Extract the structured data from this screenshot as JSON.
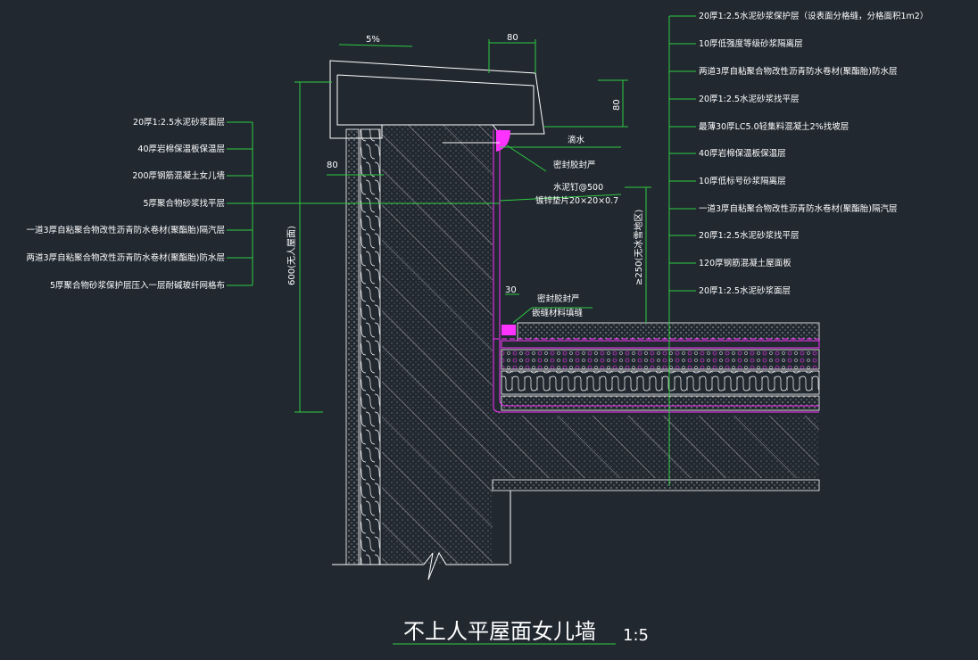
{
  "title": "不上人平屋面女儿墙",
  "scale": "1:5",
  "dimensions": {
    "slope": "5%",
    "coping_width": "80",
    "drip_height": "80",
    "overhang": "80",
    "parapet_height": "600(无人屋面)",
    "upturn_height": "≥250(无冰雪地区)",
    "seal_width": "30"
  },
  "left_labels": [
    "20厚1:2.5水泥砂浆面层",
    "40厚岩棉保温板保温层",
    "200厚钢筋混凝土女儿墙",
    "5厚聚合物砂浆找平层",
    "一道3厚自粘聚合物改性沥青防水卷材(聚酯胎)隔汽层",
    "两道3厚自粘聚合物改性沥青防水卷材(聚酯胎)防水层",
    "5厚聚合物砂浆保护层压入一层耐碱玻纤网格布"
  ],
  "right_labels": [
    "20厚1:2.5水泥砂浆保护层（设表面分格缝，分格面积1m2）",
    "10厚低强度等级砂浆隔离层",
    "两道3厚自粘聚合物改性沥青防水卷材(聚酯胎)防水层",
    "20厚1:2.5水泥砂浆找平层",
    "最薄30厚LC5.0轻集料混凝土2%找坡层",
    "40厚岩棉保温板保温层",
    "10厚低标号砂浆隔离层",
    "一道3厚自粘聚合物改性沥青防水卷材(聚酯胎)隔汽层",
    "20厚1:2.5水泥砂浆找平层",
    "120厚钢筋混凝土屋面板",
    "20厚1:2.5水泥砂浆面层"
  ],
  "middle_labels": {
    "drip": "滴水",
    "sealant_top": "密封胶封严",
    "nail": "水泥钉@500",
    "washer": "镀锌垫片20×20×0.7",
    "sealant_bottom": "密封胶封严",
    "backer": "嵌缝材料填缝"
  },
  "colors": {
    "background": "#212830",
    "leader": "#2ecc40",
    "outline": "#ffffff",
    "membrane": "#ff33ff"
  }
}
